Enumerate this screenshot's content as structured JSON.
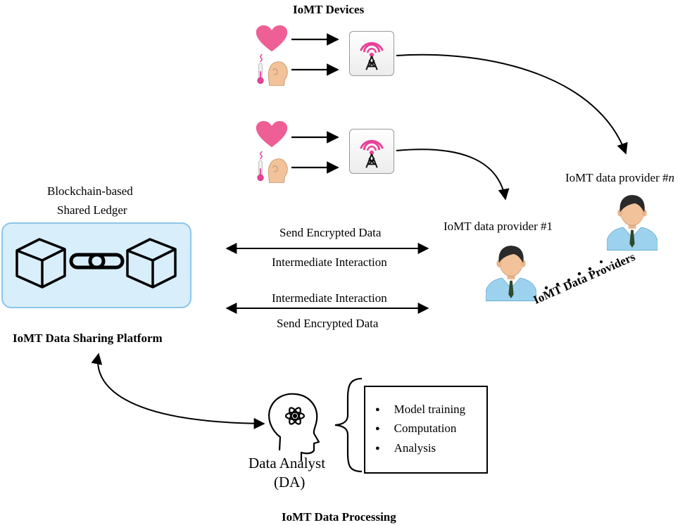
{
  "title": "IoMT Devices",
  "ledger": {
    "line1": "Blockchain-based",
    "line2": "Shared Ledger",
    "platform": "IoMT Data Sharing Platform"
  },
  "edges": {
    "top_send": "Send Encrypted Data",
    "top_intermediate": "Intermediate Interaction",
    "bottom_intermediate": "Intermediate Interaction",
    "bottom_send": "Send Encrypted Data"
  },
  "providers": {
    "first": "IoMT data provider #1",
    "nth_prefix": "IoMT data provider #",
    "nth_suffix": "n",
    "group": "IoMT Data Providers"
  },
  "analyst": {
    "line1": "Data Analyst",
    "line2": "(DA)"
  },
  "tasks": [
    "Model training",
    "Computation",
    "Analysis"
  ],
  "processing": "IoMT Data Processing",
  "colors": {
    "heart": "#ee5f96",
    "signal": "#e8409a",
    "ledger_fill": "#d8eefb",
    "ledger_border": "#8cc5ea",
    "shirt": "#9dd2ee"
  },
  "icons": [
    "heart-icon",
    "thermometer-icon",
    "head-icon",
    "antenna-icon",
    "block-icon",
    "chain-link-icon",
    "person-icon",
    "brain-atom-icon"
  ]
}
